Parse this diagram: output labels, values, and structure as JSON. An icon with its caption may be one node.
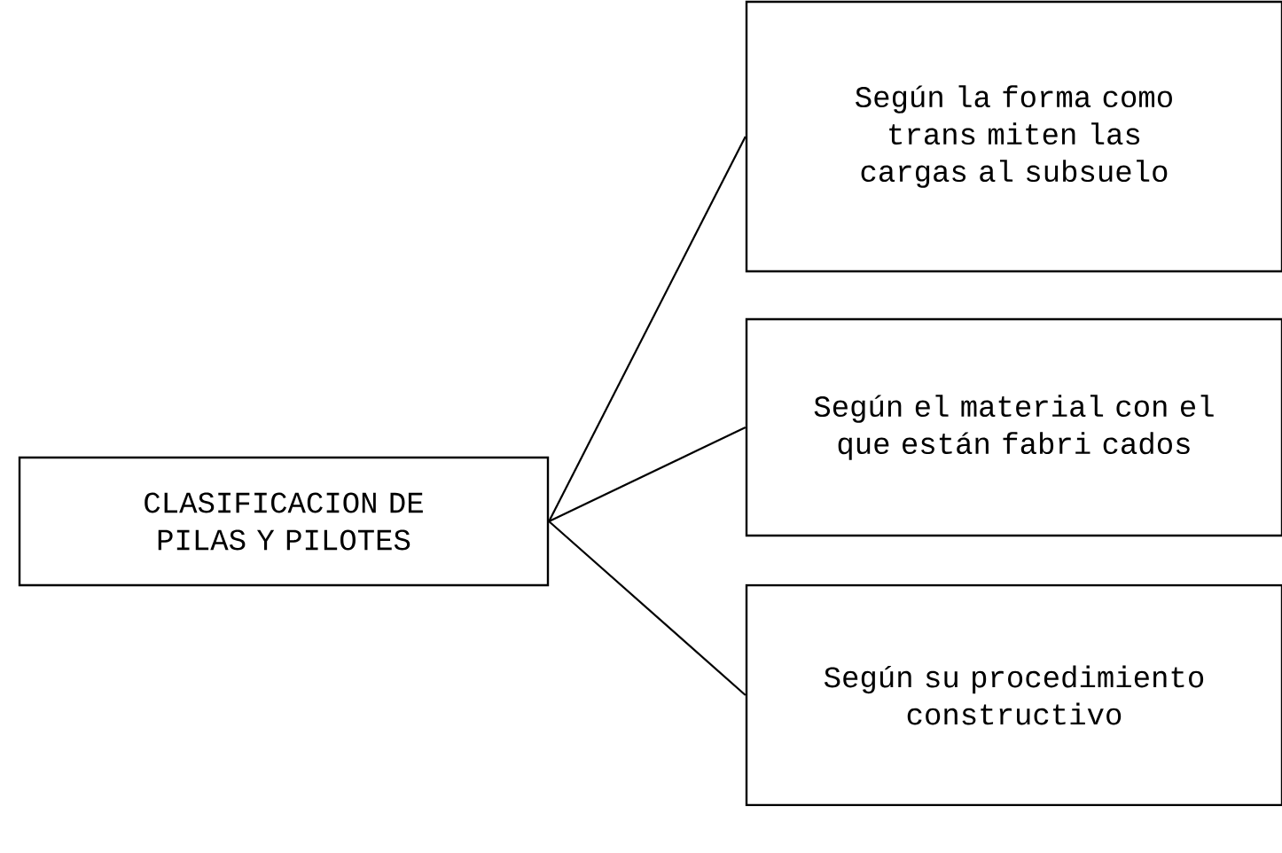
{
  "diagram": {
    "nodes": [
      {
        "text": [
          "CLASIFICACION DE PILAS Y PILOTES"
        ]
      },
      {
        "text": [
          "Según la forma como trans miten las cargas al subsuelo"
        ]
      },
      {
        "text": [
          "Según el material con el que están fabri cados"
        ]
      },
      {
        "text": [
          "Según su procedimiento constructivo"
        ]
      }
    ],
    "edges": [
      {
        "from": 0,
        "to": 1,
        "arrow": "none"
      },
      {
        "from": 0,
        "to": 2,
        "arrow": "none"
      },
      {
        "from": 0,
        "to": 3,
        "arrow": "none"
      }
    ]
  }
}
